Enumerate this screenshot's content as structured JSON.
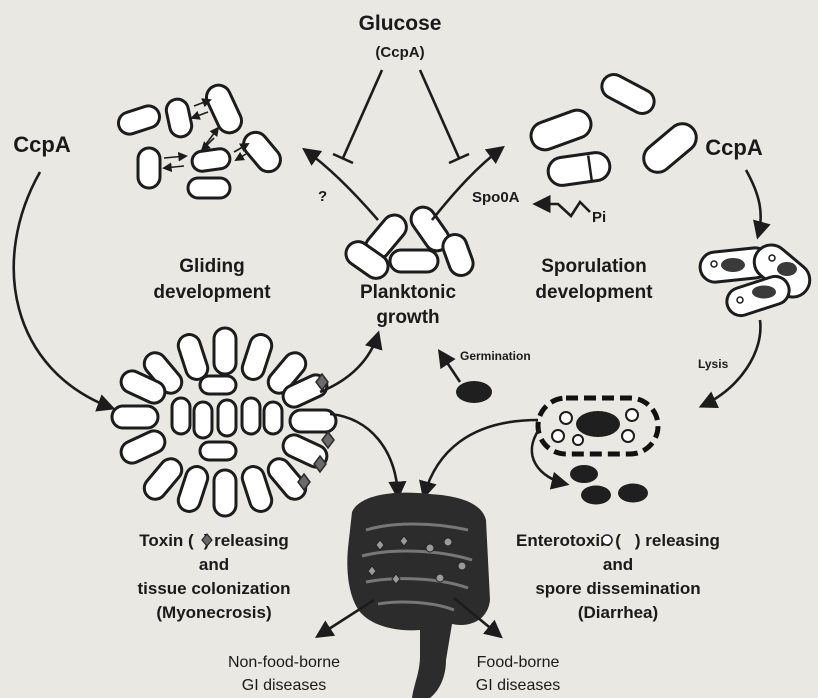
{
  "regulators": {
    "glucose": "Glucose",
    "glucose_sub": "(CcpA)",
    "ccpa_left": "CcpA",
    "ccpa_right": "CcpA",
    "spo0a": "Spo0A",
    "pi": "Pi",
    "question": "?"
  },
  "stages": {
    "gliding_line1": "Gliding",
    "gliding_line2": "development",
    "planktonic_line1": "Planktonic",
    "planktonic_line2": "growth",
    "sporulation_line1": "Sporulation",
    "sporulation_line2": "development",
    "germination": "Germination",
    "lysis": "Lysis"
  },
  "outcomes": {
    "toxin_pre": "Toxin (",
    "toxin_post": ") releasing",
    "toxin_line2": "and",
    "toxin_line3": "tissue colonization",
    "toxin_line4": "(Myonecrosis)",
    "entero_pre": "Enterotoxin (",
    "entero_post": ") releasing",
    "entero_line2": "and",
    "entero_line3": "spore dissemination",
    "entero_line4": "(Diarrhea)",
    "nonfood_line1": "Non-food-borne",
    "nonfood_line2": "GI diseases",
    "food_line1": "Food-borne",
    "food_line2": "GI diseases"
  },
  "colors": {
    "background": "#e9e8e2",
    "ink": "#1c1c1c",
    "spore": "#1f1f1f",
    "toxin": "#6a6a6a"
  }
}
